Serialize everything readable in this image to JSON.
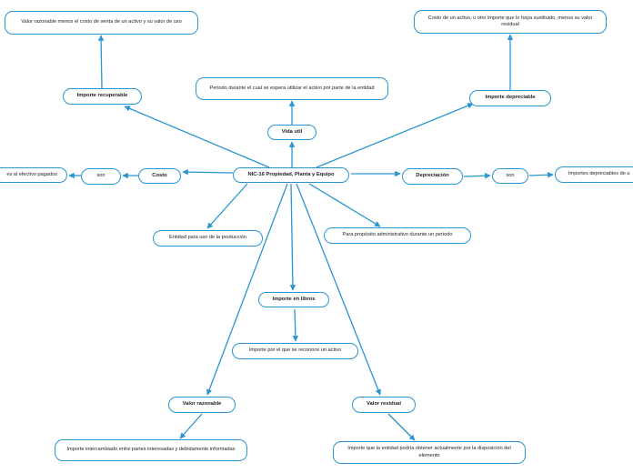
{
  "nodes": {
    "center": "NIC-16 Propiedad, Planta y Equipo",
    "vida_util": "Vida util",
    "vida_util_desc": "Periodo durante el cual se espera utilizar el activo por parte de la entidad",
    "importe_recuperable": "Importe recuperable",
    "importe_recuperable_desc": "Valor razonable menos el costo de venta de un activo y su valor de uso",
    "importe_depreciable": "Importe depreciable",
    "importe_depreciable_desc": "Costo de un activo, u otro importe que lo haya sustituido, menos su valor residual",
    "costo": "Costo",
    "costo_son": "son",
    "costo_desc": "es al efectivo pagados",
    "depreciacion": "Depreciación",
    "depreciacion_son": "son",
    "depreciacion_desc": "Importes depreciables de u",
    "uso_produccion": "Entidad para uso de la producción",
    "proposito_admin": "Para propósito administrativo durante un periodo",
    "importe_libros": "Importe en libros",
    "importe_libros_desc": "Importe por el que se reconoce un activo",
    "valor_razonable": "Valor razonable",
    "valor_razonable_desc": "Importe intercambiado entre partes interesadas y debidamente informadas",
    "valor_residual": "Valor residual",
    "valor_residual_desc": "Importe que la entidad podría obtener actualmente por la disposición del elemento"
  },
  "colors": {
    "line": "#2a95d1",
    "border": "#2a95d1"
  }
}
